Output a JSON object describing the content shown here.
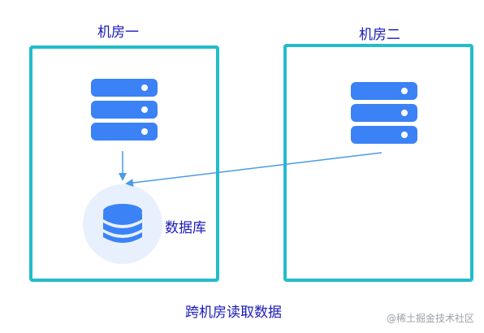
{
  "rooms": {
    "room1": {
      "label": "机房一"
    },
    "room2": {
      "label": "机房二"
    }
  },
  "database": {
    "label": "数据库"
  },
  "caption": "跨机房读取数据",
  "watermark": "@稀土掘金技术社区",
  "icons": [
    "server-icon",
    "database-icon"
  ],
  "colors": {
    "box_border": "#22bccb",
    "server_blue": "#3b82f6",
    "arrow": "#4a9be8",
    "text_label": "#1a1ab8",
    "db_circle": "#e8f0fe"
  }
}
